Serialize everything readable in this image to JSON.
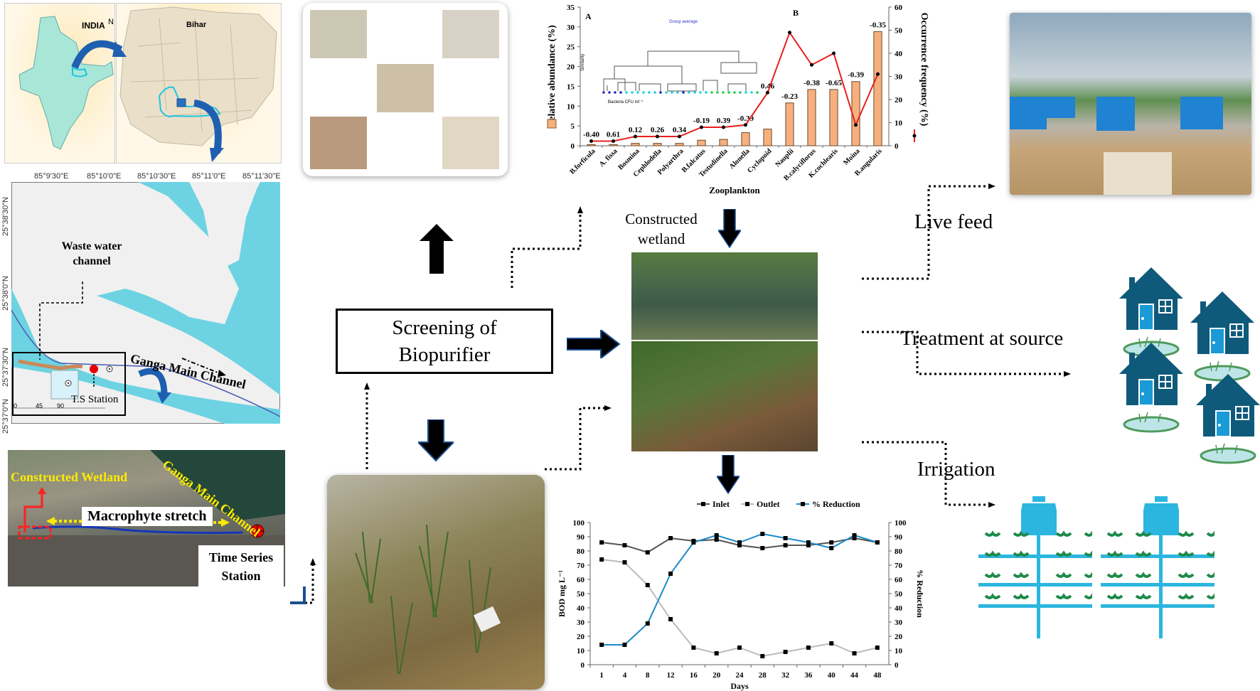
{
  "maps": {
    "india_label": "INDIA",
    "north_arrow": "N",
    "bihar_label": "Bihar",
    "longitude_ticks": [
      "85°9'30\"E",
      "85°10'0\"E",
      "85°10'30\"E",
      "85°11'0\"E",
      "85°11'30\"E"
    ],
    "latitude_ticks": [
      "25°38'30\"N",
      "25°38'0\"N",
      "25°37'30\"N",
      "25°37'0\"N"
    ],
    "waste_water_label": "Waste water channel",
    "ganga_label": "Ganga Main Channel",
    "ts_station_label": "T.S Station",
    "scale_ticks": [
      "0",
      "45",
      "90"
    ]
  },
  "satellite": {
    "constructed_wetland_label": "Constructed Wetland",
    "ganga_label": "Ganga Main Channel",
    "macrophyte_label": "Macrophyte stretch",
    "time_series_label": "Time Series Station"
  },
  "center": {
    "screening_label": "Screening of Biopurifier",
    "constructed_wetland_label": "Constructed wetland"
  },
  "outcomes": {
    "live_feed": "Live feed",
    "treatment_at_source": "Treatment at source",
    "irrigation": "Irrigation"
  },
  "colors": {
    "bar_fill": "#f6b07e",
    "occurrence_line": "#e8201e",
    "reduction_line": "#1a8ac8",
    "inlet_line": "#555555",
    "outlet_line": "#bbbbbb",
    "house": "#0f5a7a",
    "irrigation": "#2bb6e0",
    "sprout": "#1e8a4a",
    "river": "#6dd3e3"
  },
  "chart_data": [
    {
      "type": "bar",
      "title": "",
      "panel_labels": [
        "A",
        "B"
      ],
      "inset": {
        "title": "Group average",
        "ylabel": "Similarity",
        "xlabel": "Bacteria CFU ml⁻¹"
      },
      "xlabel": "Zooplankton",
      "ylabel": "Relative abundance (%)",
      "y2label": "Occurrence frequency (%)",
      "ylim": [
        0,
        35
      ],
      "y2lim": [
        0,
        60
      ],
      "yticks": [
        0,
        5,
        10,
        15,
        20,
        25,
        30,
        35
      ],
      "y2ticks": [
        0,
        10,
        20,
        30,
        40,
        50,
        60
      ],
      "categories": [
        "B.forficula",
        "A. fissa",
        "Bosmina",
        "Cephlodella",
        "Polyarthra",
        "B.falcatus",
        "Testudinella",
        "Alonella",
        "Cyclopoid",
        "Nauplii",
        "B.calyciflorus",
        "K.cochlearis",
        "Moina",
        "B.angularis"
      ],
      "series": [
        {
          "name": "Relative abundance",
          "type": "bar",
          "axis": "left",
          "values": [
            0.3,
            0.3,
            0.6,
            0.6,
            0.6,
            1.4,
            1.6,
            3.3,
            4.2,
            10.8,
            14.2,
            14.2,
            16.2,
            28.8
          ]
        },
        {
          "name": "Occurrence frequency",
          "type": "line",
          "axis": "right",
          "values": [
            2,
            2,
            4,
            4,
            4,
            8,
            8,
            9,
            23,
            49,
            35,
            40,
            9,
            31
          ]
        }
      ],
      "data_labels": [
        "-0.40",
        "0.61",
        "0.12",
        "0.26",
        "0.34",
        "-0.19",
        "0.39",
        "-0.39",
        "0.46",
        "-0.23",
        "-0.38",
        "-0.65",
        "-0.39",
        "-0.35"
      ]
    },
    {
      "type": "line",
      "title": "",
      "xlabel": "Days",
      "ylabel": "BOD mg L⁻¹",
      "y2label": "% Reduction",
      "ylim": [
        0,
        100
      ],
      "y2lim": [
        0,
        100
      ],
      "yticks": [
        0,
        10,
        20,
        30,
        40,
        50,
        60,
        70,
        80,
        90,
        100
      ],
      "x": [
        "1",
        "4",
        "8",
        "12",
        "16",
        "20",
        "24",
        "28",
        "32",
        "36",
        "40",
        "44",
        "48"
      ],
      "legend": "top",
      "series": [
        {
          "name": "Inlet",
          "axis": "left",
          "values": [
            86,
            84,
            79,
            89,
            87,
            88,
            84,
            82,
            84,
            84,
            86,
            89,
            86
          ]
        },
        {
          "name": "Outlet",
          "axis": "left",
          "values": [
            74,
            72,
            56,
            32,
            12,
            8,
            12,
            6,
            9,
            12,
            15,
            8,
            12
          ]
        },
        {
          "name": "% Reduction",
          "axis": "right",
          "values": [
            14,
            14,
            29,
            64,
            86,
            91,
            86,
            92,
            89,
            86,
            82,
            91,
            86
          ]
        }
      ]
    }
  ]
}
